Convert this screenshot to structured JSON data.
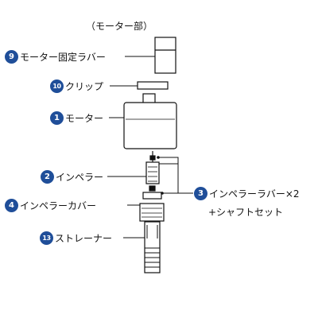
{
  "section_title": "（モーター部）",
  "parts": [
    {
      "num": "9",
      "name": "モーター固定ラバー"
    },
    {
      "num": "10",
      "name": "クリップ"
    },
    {
      "num": "1",
      "name": "モーター"
    },
    {
      "num": "2",
      "name": "インペラー"
    },
    {
      "num": "3",
      "name": "インペラーラバー×2"
    },
    {
      "num": "4",
      "name": "インペラーカバー"
    },
    {
      "num": "13",
      "name": "ストレーナー"
    }
  ],
  "part3_line2": "+シャフトセット",
  "colors": {
    "badge": "#1f4e99",
    "line": "#111111"
  }
}
